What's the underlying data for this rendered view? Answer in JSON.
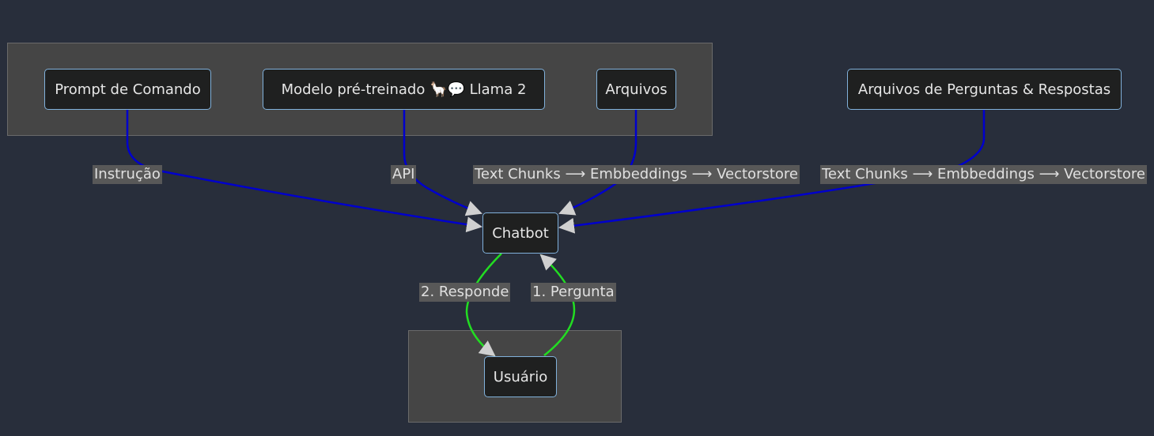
{
  "colors": {
    "background": "#282e3b",
    "cluster_fill": "#454545",
    "node_fill": "#1f2020",
    "node_border": "#81b1db",
    "edge_blue": "#0000cc",
    "edge_green": "#22dd22",
    "arrowhead": "#d0d0d0",
    "label_bg": "#585858"
  },
  "nodes": {
    "prompt": "Prompt de Comando",
    "modelo": "Modelo pré-treinado 🦙💬 Llama 2",
    "arquivos": "Arquivos",
    "qa": "Arquivos de Perguntas & Respostas",
    "chatbot": "Chatbot",
    "usuario": "Usuário"
  },
  "edges": {
    "instrucao": "Instrução",
    "api": "API",
    "chunks_arquivos": "Text Chunks ⟶ Embbeddings ⟶ Vectorstore",
    "chunks_qa": "Text Chunks ⟶ Embbeddings ⟶ Vectorstore",
    "responde": "2. Responde",
    "pergunta": "1. Pergunta"
  }
}
